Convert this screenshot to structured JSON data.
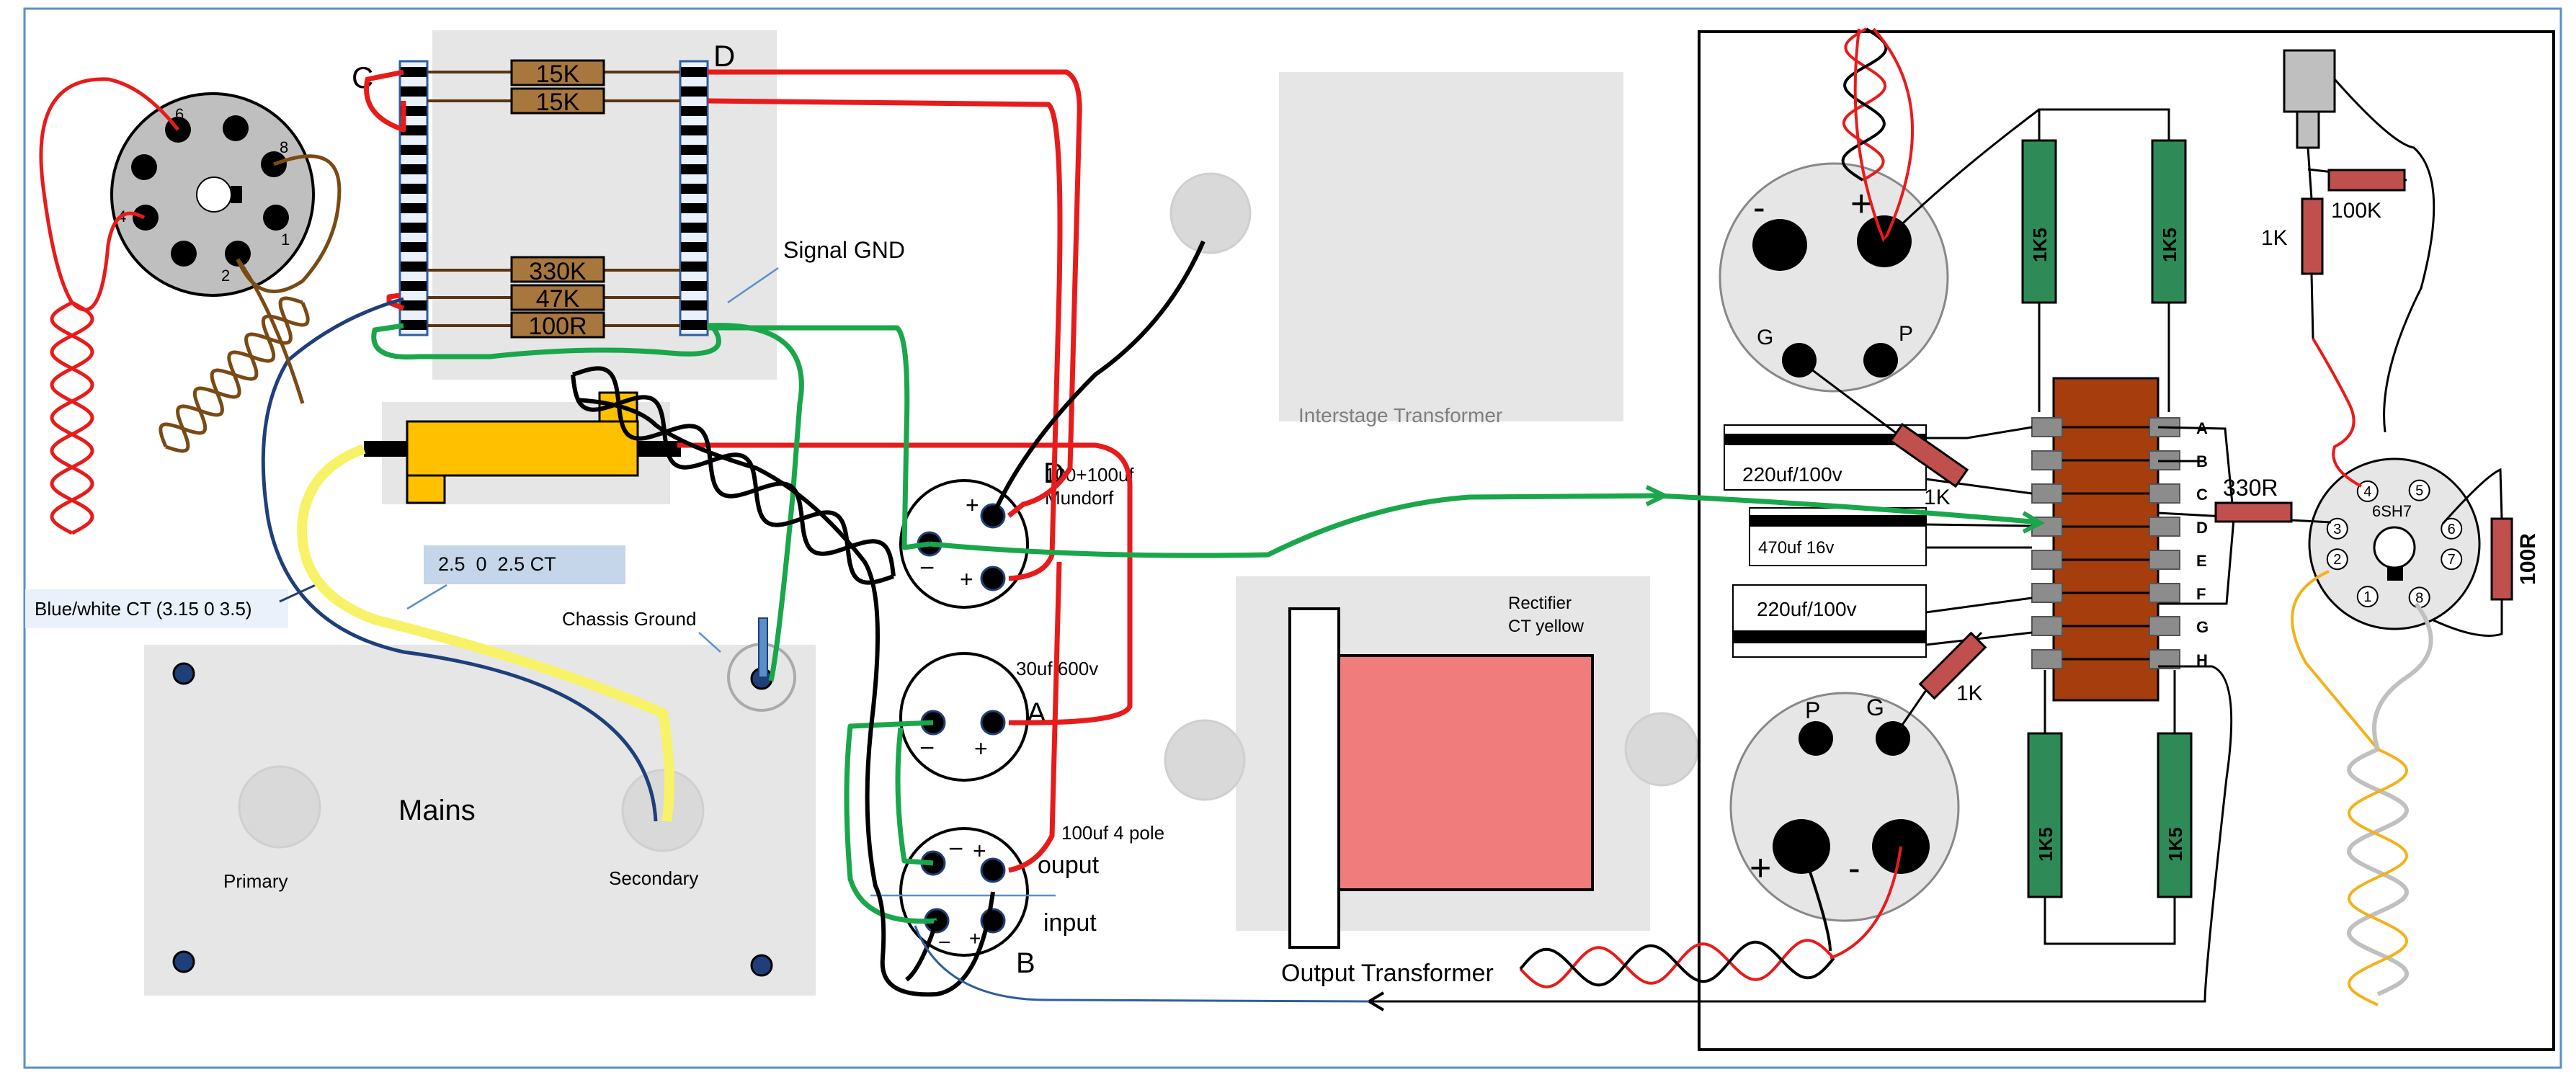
{
  "colors": {
    "frame": "#5b8fc9",
    "panel": "#e6e6e6",
    "wire_red": "#e81b1b",
    "wire_green": "#1aa64a",
    "wire_blue": "#1f3f7a",
    "wire_yellow": "#f7f267",
    "wire_brown": "#7a4a14",
    "resistor_brown": "#a8773e",
    "resistor_green": "#2e8b57",
    "resistor_red": "#c0504d",
    "cap_yellow": "#ffc000",
    "transformer_core": "#f07c7c",
    "terminal_strip": "#a53d0d",
    "callout_box": "#c5d5ea",
    "wire_gray": "#c0c0c0",
    "wire_orange": "#f2b21b"
  },
  "icons": [
    "octal-socket-icon",
    "tube-socket-icon",
    "resistor-icon",
    "capacitor-icon",
    "transformer-icon",
    "terminal-strip-icon",
    "ground-lug-icon",
    "potentiometer-icon"
  ],
  "labels": {
    "strip_c": "C",
    "strip_d": "D",
    "signal_gnd": "Signal GND",
    "filament_ct": "2.5  0  2.5 CT",
    "blue_white_ct": "Blue/white CT (3.15 0 3.5)",
    "chassis_ground": "Chassis Ground",
    "mains": "Mains",
    "primary": "Primary",
    "secondary": "Secondary",
    "interstage": "Interstage Transformer",
    "rectifier_line1": "Rectifier",
    "rectifier_line2": "CT yellow",
    "output_transformer": "Output Transformer",
    "cap_d_name": "D",
    "cap_d_value_line1": "100+100uf",
    "cap_d_value_line2": "Mundorf",
    "cap_a_value": "30uf 600v",
    "cap_a_name": "A",
    "cap_b_value": "100uf 4 pole",
    "cap_b_output": "ouput",
    "cap_b_input": "input",
    "cap_b_name": "B",
    "plus": "+",
    "minus": "−"
  },
  "octal_socket_left": {
    "pins": [
      "6",
      "8",
      "4",
      "1",
      "2"
    ]
  },
  "left_resistors": [
    "15K",
    "15K",
    "330K",
    "47K",
    "100R"
  ],
  "right_panel": {
    "upper_socket": {
      "minus": "-",
      "plus": "+",
      "g": "G",
      "p": "P"
    },
    "lower_socket": {
      "p": "P",
      "g": "G",
      "plus": "+",
      "minus": "-"
    },
    "green_resistors": [
      "1K5",
      "1K5",
      "1K5",
      "1K5"
    ],
    "strip_rows": [
      "A",
      "B",
      "C",
      "D",
      "E",
      "F",
      "G",
      "H"
    ],
    "caps": [
      "220uf/100v",
      "470uf 16v",
      "220uf/100v"
    ],
    "r_1k_upper": "1K",
    "r_1k_lower": "1K",
    "r_1k_pot": "1K",
    "r_100k": "100K",
    "r_330r": "330R",
    "r_100r": "100R",
    "tube_name": "6SH7",
    "tube_pins": [
      "4",
      "5",
      "3",
      "6",
      "2",
      "7",
      "1",
      "8"
    ]
  }
}
